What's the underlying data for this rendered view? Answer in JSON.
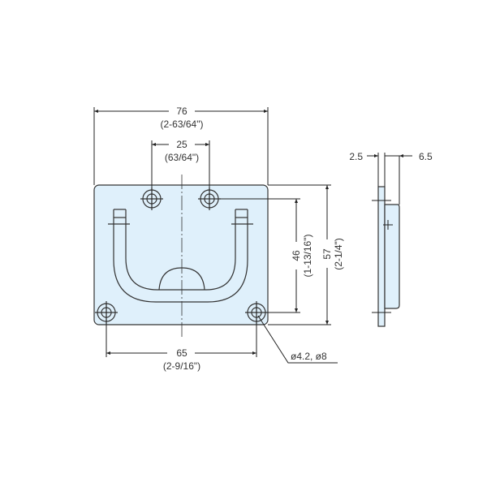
{
  "colors": {
    "plate_fill": "#dff0fb",
    "line": "#222222",
    "text": "#333333"
  },
  "dimensions": {
    "overall_width": {
      "mm": "76",
      "inch": "(2-63/64\")"
    },
    "top_hole_spacing": {
      "mm": "25",
      "inch": "(63/64\")"
    },
    "bottom_hole_spacing": {
      "mm": "65",
      "inch": "(2-9/16\")"
    },
    "hole_vertical_spacing": {
      "mm": "46",
      "inch": "(1-13/16\")"
    },
    "overall_height": {
      "mm": "57",
      "inch": "(2-1/4\")"
    },
    "plate_thickness": "2.5",
    "handle_depth": "6.5",
    "hole_diameter": "ø4.2, ø8"
  }
}
